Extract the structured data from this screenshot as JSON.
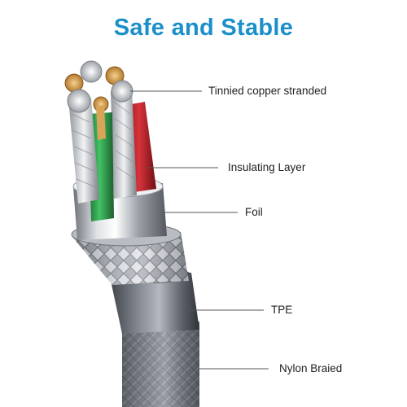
{
  "title": {
    "text": "Safe and Stable",
    "color": "#1a8fc9"
  },
  "labels": {
    "tinned_copper": "Tinnied copper stranded",
    "insulating_layer": "Insulating Layer",
    "foil": "Foil",
    "tpe": "TPE",
    "nylon_braided": "Nylon Braied"
  },
  "colors": {
    "leader_line": "#555555",
    "green_wire": "#2fa84f",
    "red_wire": "#c8242c",
    "foil_silver": "#c9ccd1",
    "tpe_gray": "#6a6f78",
    "braid_gray": "#8a8e96",
    "copper": "#d8a35a"
  }
}
